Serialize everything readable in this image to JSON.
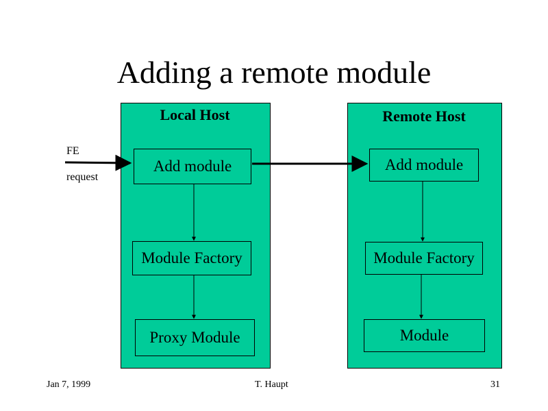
{
  "title": "Adding a remote module",
  "local_host": {
    "label": "Local Host",
    "boxes": [
      "Add module",
      "Module Factory",
      "Proxy Module"
    ]
  },
  "remote_host": {
    "label": "Remote Host",
    "boxes": [
      "Add module",
      "Module Factory",
      "Module"
    ]
  },
  "input": {
    "line1": "FE",
    "line2": "request"
  },
  "footer": {
    "date": "Jan 7, 1999",
    "author": "T. Haupt",
    "page": "31"
  },
  "colors": {
    "host_fill": "#00cc99",
    "line": "#000000"
  }
}
